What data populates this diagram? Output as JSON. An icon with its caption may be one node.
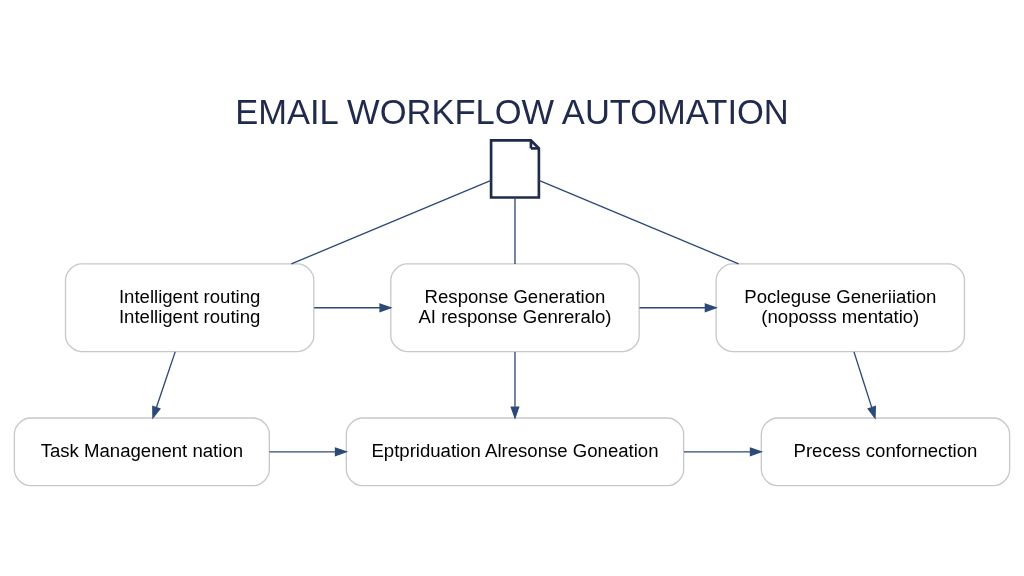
{
  "diagram": {
    "title": "EMAIL WORKFLOW AUTOMATION",
    "nodes": [
      {
        "text": [],
        "shape": "document"
      },
      {
        "text": [
          "Intelligent routing",
          "Intelligent routing"
        ]
      },
      {
        "text": [
          "Response Generation",
          "AI response Genreralo)"
        ]
      },
      {
        "text": [
          "Pocleguse Generiiation",
          "(noposss mentatio)"
        ]
      },
      {
        "text": [
          "Task Managenent nation"
        ]
      },
      {
        "text": [
          "Eptpriduation Alresonse Goneation"
        ]
      },
      {
        "text": [
          "Precess confornection"
        ]
      }
    ],
    "edges": [
      {
        "from": 0,
        "to": 1,
        "arrow": "none"
      },
      {
        "from": 0,
        "to": 2,
        "arrow": "none"
      },
      {
        "from": 0,
        "to": 3,
        "arrow": "none"
      },
      {
        "from": 1,
        "to": 2,
        "arrow": "to"
      },
      {
        "from": 2,
        "to": 3,
        "arrow": "to"
      },
      {
        "from": 1,
        "to": 4,
        "arrow": "to"
      },
      {
        "from": 2,
        "to": 5,
        "arrow": "to"
      },
      {
        "from": 3,
        "to": 6,
        "arrow": "to"
      },
      {
        "from": 4,
        "to": 5,
        "arrow": "to"
      },
      {
        "from": 5,
        "to": 6,
        "arrow": "to"
      }
    ]
  }
}
